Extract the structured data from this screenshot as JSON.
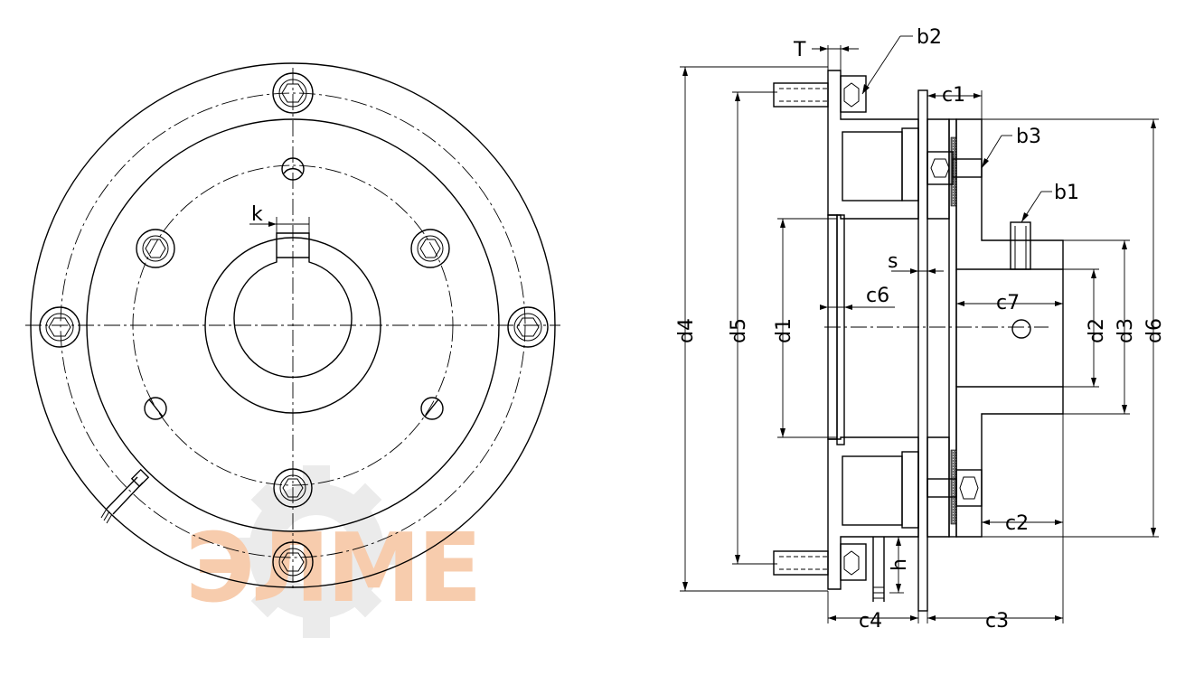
{
  "labels": {
    "k": "k",
    "T": "T",
    "b1": "b1",
    "b2": "b2",
    "b3": "b3",
    "c1": "c1",
    "c2": "c2",
    "c3": "c3",
    "c4": "c4",
    "c6": "c6",
    "c7": "c7",
    "s": "s",
    "h": "h",
    "d1": "d1",
    "d2": "d2",
    "d3": "d3",
    "d4": "d4",
    "d5": "d5",
    "d6": "d6"
  },
  "watermark": {
    "text": "ЭЛМЕ",
    "color": "#f2a36b",
    "gear_color": "#d9d9d9"
  }
}
